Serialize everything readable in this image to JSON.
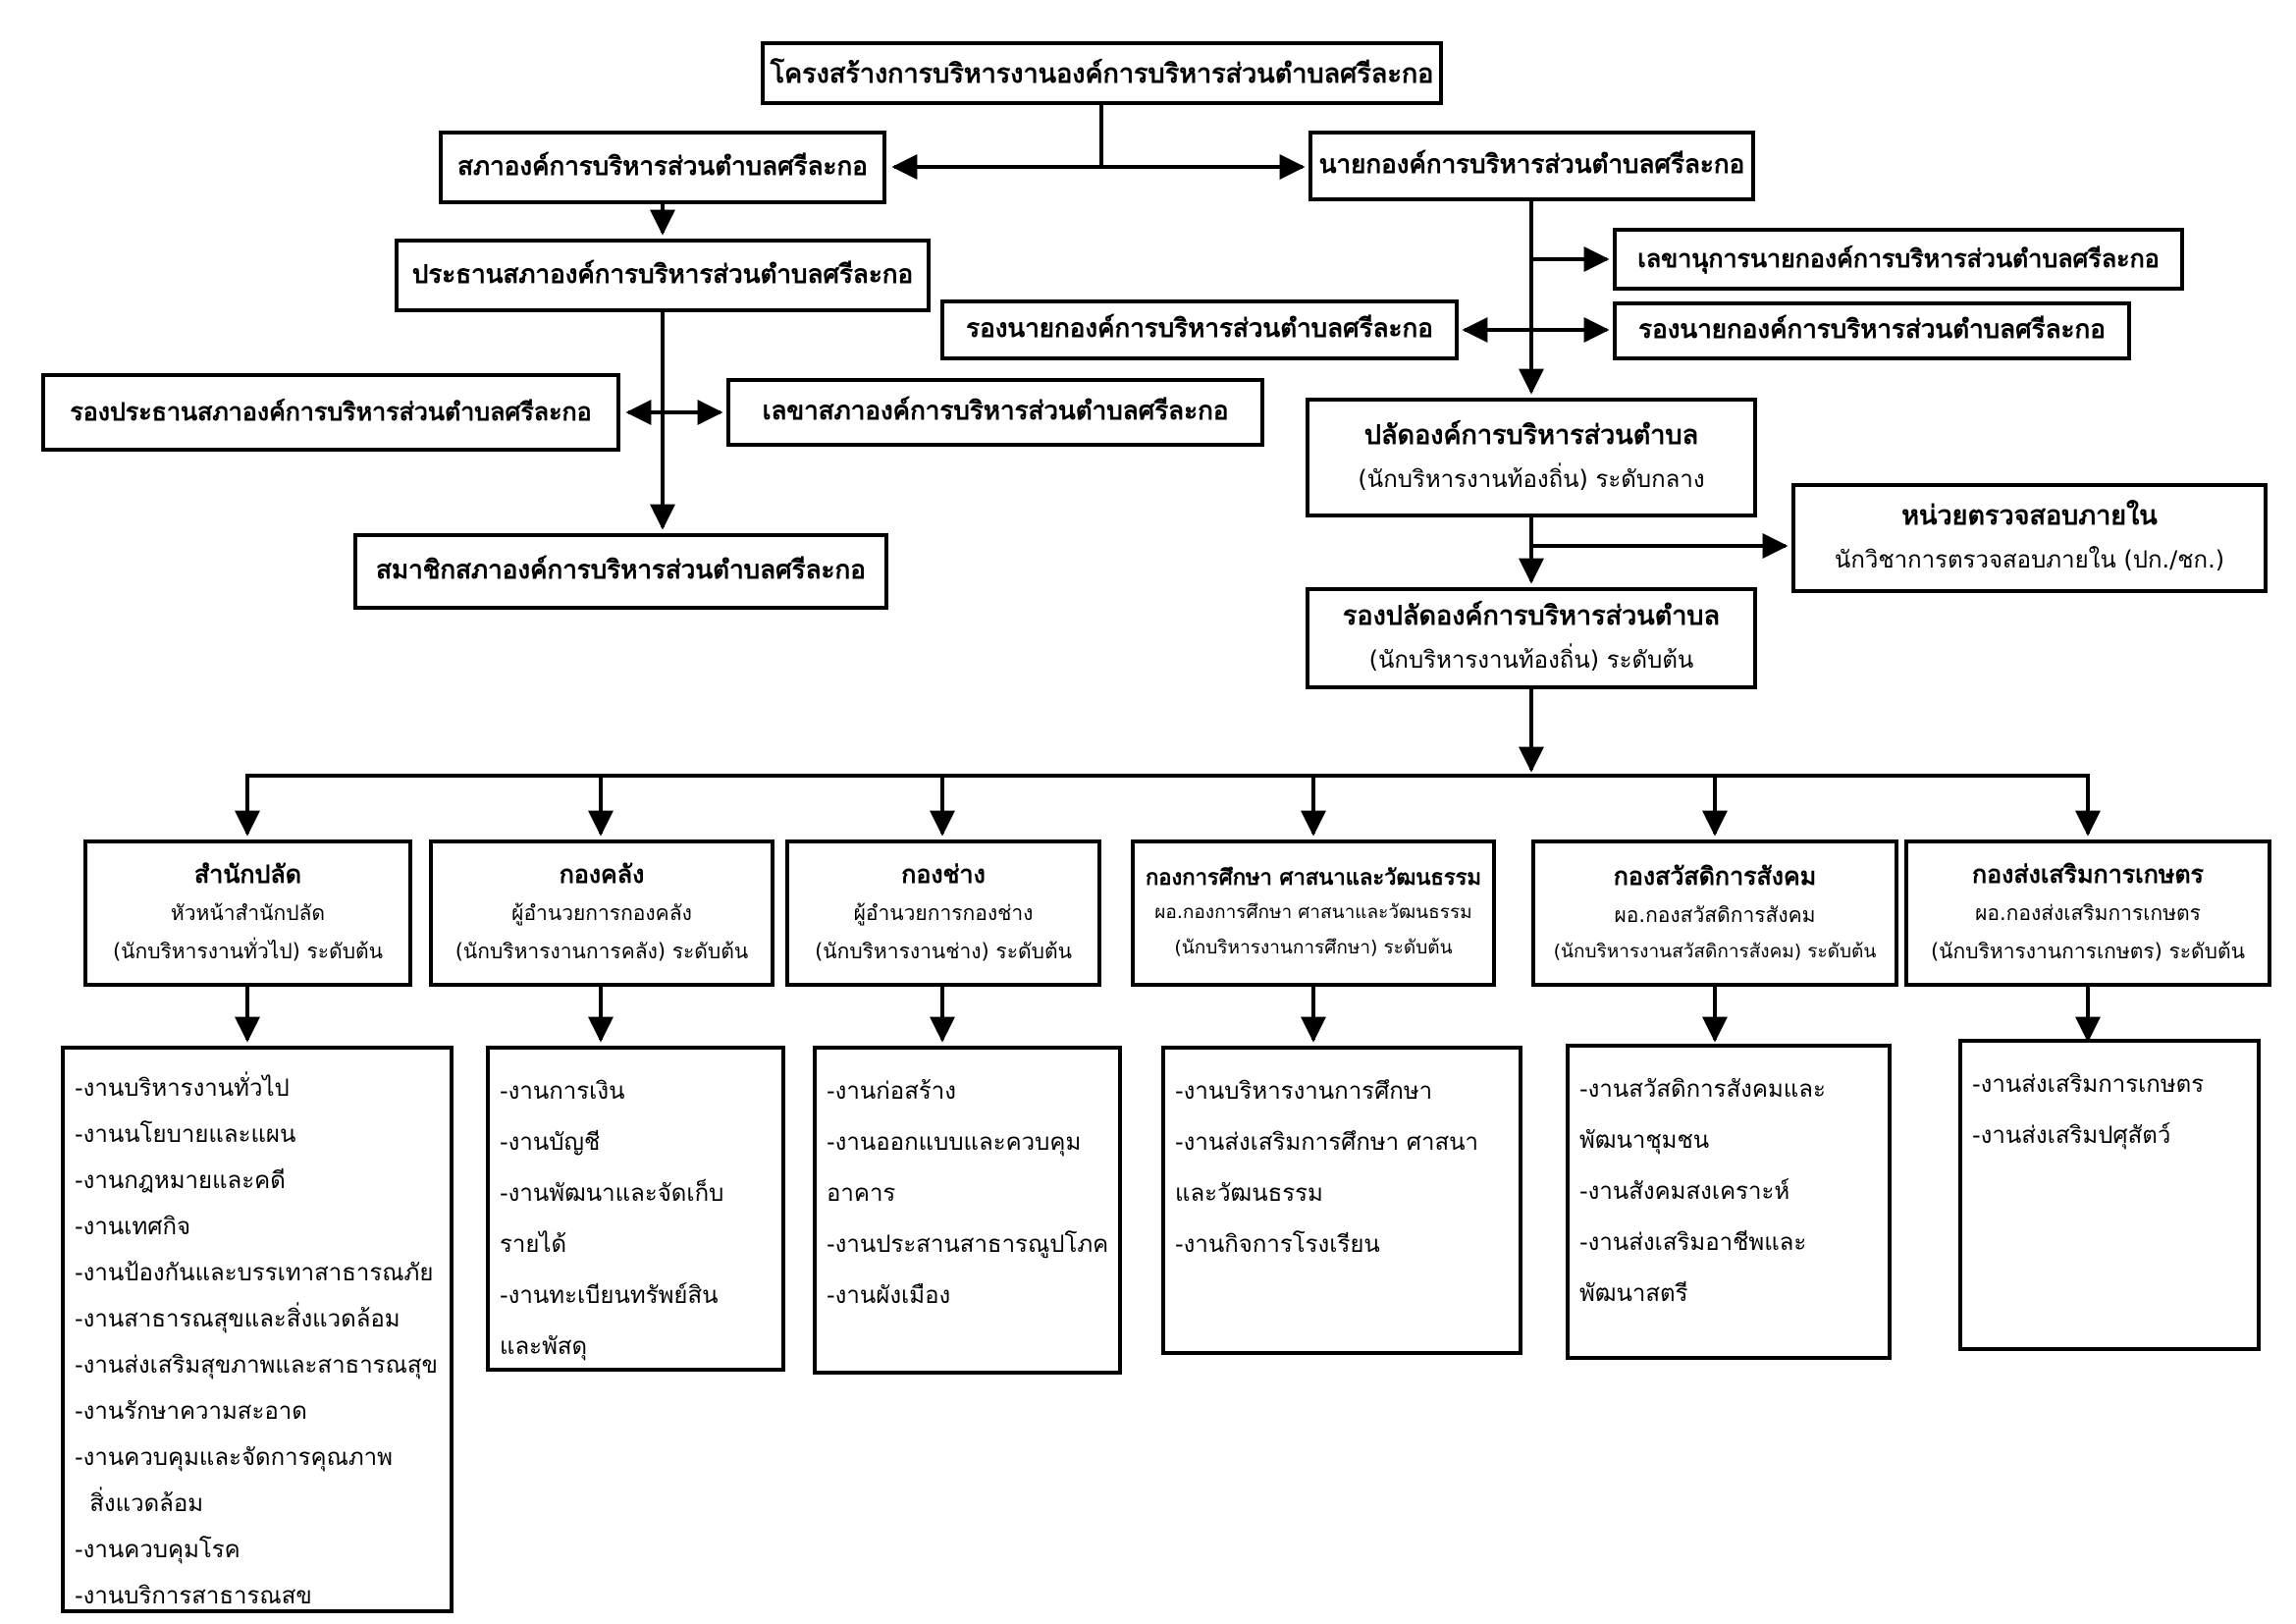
{
  "title": "โครงสร้างการบริหารงานองค์การบริหารส่วนตำบลศรีละกอ",
  "council": {
    "council": "สภาองค์การบริหารส่วนตำบลศรีละกอ",
    "chairman": "ประธานสภาองค์การบริหารส่วนตำบลศรีละกอ",
    "vice_chairman": "รองประธานสภาองค์การบริหารส่วนตำบลศรีละกอ",
    "secretary": "เลขาสภาองค์การบริหารส่วนตำบลศรีละกอ",
    "members": "สมาชิกสภาองค์การบริหารส่วนตำบลศรีละกอ"
  },
  "executive": {
    "mayor": "นายกองค์การบริหารส่วนตำบลศรีละกอ",
    "mayor_secretary": "เลขานุการนายกองค์การบริหารส่วนตำบลศรีละกอ",
    "deputy_mayor_1": "รองนายกองค์การบริหารส่วนตำบลศรีละกอ",
    "deputy_mayor_2": "รองนายกองค์การบริหารส่วนตำบลศรีละกอ",
    "chief_administrator": {
      "title": "ปลัดองค์การบริหารส่วนตำบล",
      "subtitle": "(นักบริหารงานท้องถิ่น) ระดับกลาง"
    },
    "internal_audit": {
      "title": "หน่วยตรวจสอบภายใน",
      "subtitle": "นักวิชาการตรวจสอบภายใน  (ปก./ชก.)"
    },
    "deputy_chief_administrator": {
      "title": "รองปลัดองค์การบริหารส่วนตำบล",
      "subtitle": "(นักบริหารงานท้องถิ่น) ระดับต้น"
    }
  },
  "departments": [
    {
      "name": "สำนักปลัด",
      "head": "หัวหน้าสำนักปลัด",
      "position": "(นักบริหารงานทั่วไป) ระดับต้น",
      "tasks": [
        "-งานบริหารงานทั่วไป",
        "-งานนโยบายและแผน",
        "-งานกฎหมายและคดี",
        "-งานเทศกิจ",
        "-งานป้องกันและบรรเทาสาธารณภัย",
        "-งานสาธารณสุขและสิ่งแวดล้อม",
        "-งานส่งเสริมสุขภาพและสาธารณสุข",
        "-งานรักษาความสะอาด",
        "-งานควบคุมและจัดการคุณภาพ",
        "  สิ่งแวดล้อม",
        "-งานควบคุมโรค",
        "-งานบริการสาธารณสข"
      ]
    },
    {
      "name": "กองคลัง",
      "head": "ผู้อำนวยการกองคลัง",
      "position": "(นักบริหารงานการคลัง) ระดับต้น",
      "tasks": [
        "-งานการเงิน",
        "-งานบัญชี",
        "-งานพัฒนาและจัดเก็บ",
        "รายได้",
        "-งานทะเบียนทรัพย์สิน",
        "และพัสดุ"
      ]
    },
    {
      "name": "กองช่าง",
      "head": "ผู้อำนวยการกองช่าง",
      "position": "(นักบริหารงานช่าง) ระดับต้น",
      "tasks": [
        "-งานก่อสร้าง",
        "-งานออกแบบและควบคุม",
        "อาคาร",
        "-งานประสานสาธารณูปโภค",
        "-งานผังเมือง"
      ]
    },
    {
      "name": "กองการศึกษา ศาสนาและวัฒนธรรม",
      "head": "ผอ.กองการศึกษา ศาสนาและวัฒนธรรม",
      "position": "(นักบริหารงานการศึกษา) ระดับต้น",
      "tasks": [
        "-งานบริหารงานการศึกษา",
        "-งานส่งเสริมการศึกษา ศาสนา",
        "และวัฒนธรรม",
        "-งานกิจการโรงเรียน"
      ]
    },
    {
      "name": "กองสวัสดิการสังคม",
      "head": "ผอ.กองสวัสดิการสังคม",
      "position": "(นักบริหารงานสวัสดิการสังคม) ระดับต้น",
      "tasks": [
        "-งานสวัสดิการสังคมและ",
        "พัฒนาชุมชน",
        "-งานสังคมสงเคราะห์",
        "-งานส่งเสริมอาชีพและ",
        "พัฒนาสตรี"
      ]
    },
    {
      "name": "กองส่งเสริมการเกษตร",
      "head": "ผอ.กองส่งเสริมการเกษตร",
      "position": "(นักบริหารงานการเกษตร) ระดับต้น",
      "tasks": [
        "-งานส่งเสริมการเกษตร",
        "-งานส่งเสริมปศุสัตว์"
      ]
    }
  ]
}
